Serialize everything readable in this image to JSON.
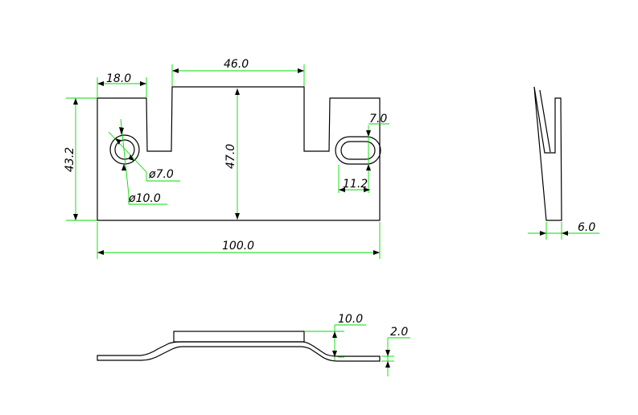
{
  "dimensions": {
    "d18": "18.0",
    "d46": "46.0",
    "d7": "7.0",
    "d43_2": "43.2",
    "d47": "47.0",
    "hole_small": "ø7.0",
    "hole_large": "ø10.0",
    "d11_2": "11.2",
    "d100": "100.0",
    "d6": "6.0",
    "d10": "10.0",
    "d2": "2.0"
  },
  "colors": {
    "part_line": "#000000",
    "dimension_line": "#00dd00",
    "dimension_text": "#000000"
  }
}
